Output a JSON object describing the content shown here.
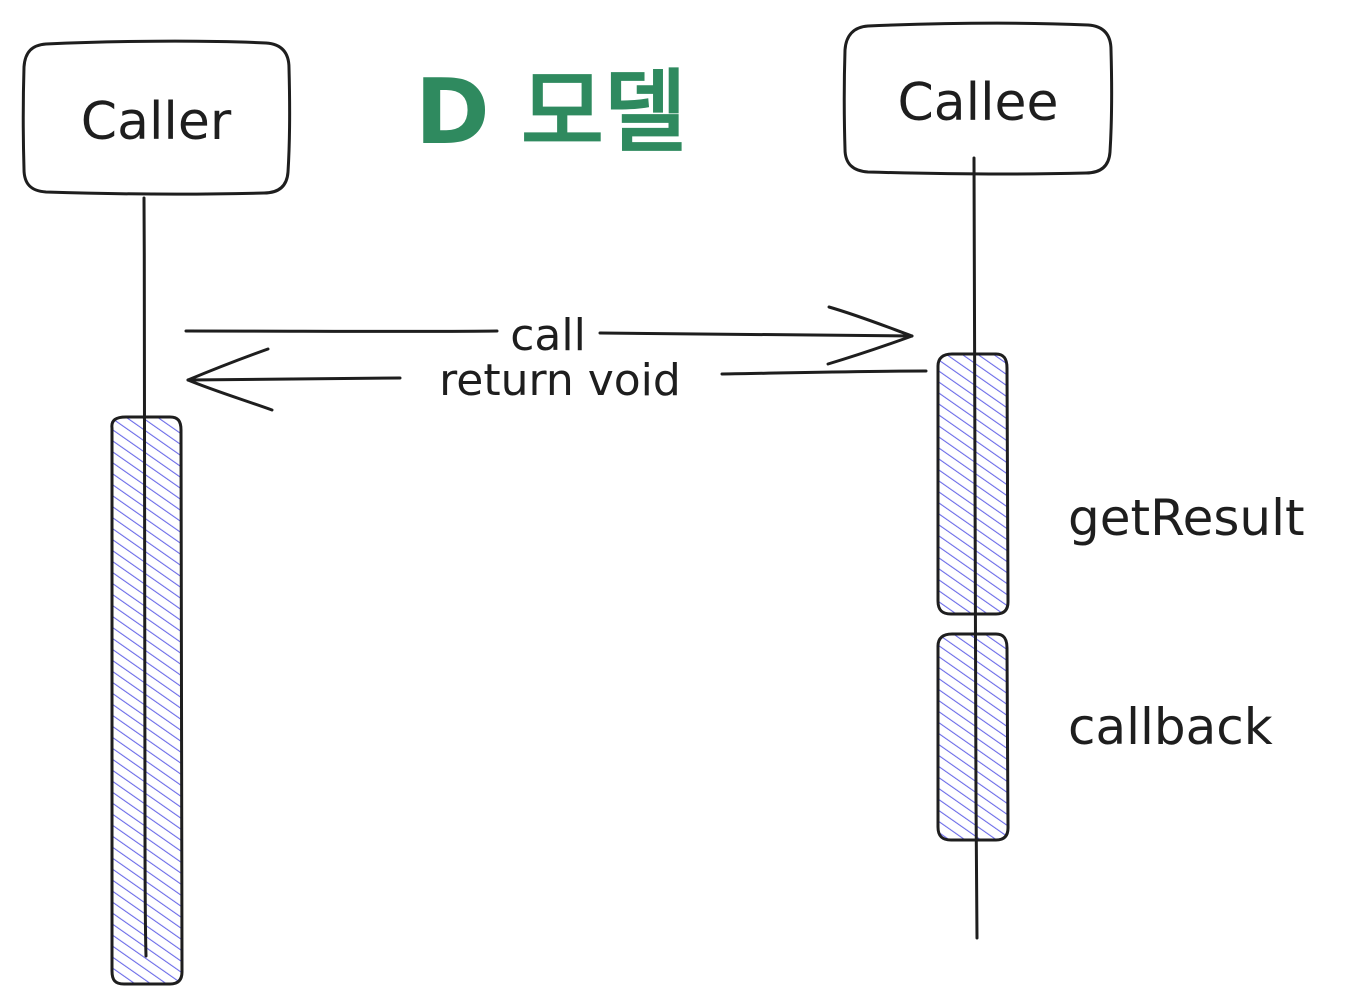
{
  "title": "D 모델",
  "title_color": "#2f8a5f",
  "activation_fill": "#6b6be8",
  "participants": [
    {
      "id": "caller",
      "label": "Caller"
    },
    {
      "id": "callee",
      "label": "Callee"
    }
  ],
  "messages": [
    {
      "from": "caller",
      "to": "callee",
      "label": "call"
    },
    {
      "from": "callee",
      "to": "caller",
      "label": "return void"
    }
  ],
  "activations": [
    {
      "participant": "caller",
      "label": ""
    },
    {
      "participant": "callee",
      "label": "getResult"
    },
    {
      "participant": "callee",
      "label": "callback"
    }
  ]
}
